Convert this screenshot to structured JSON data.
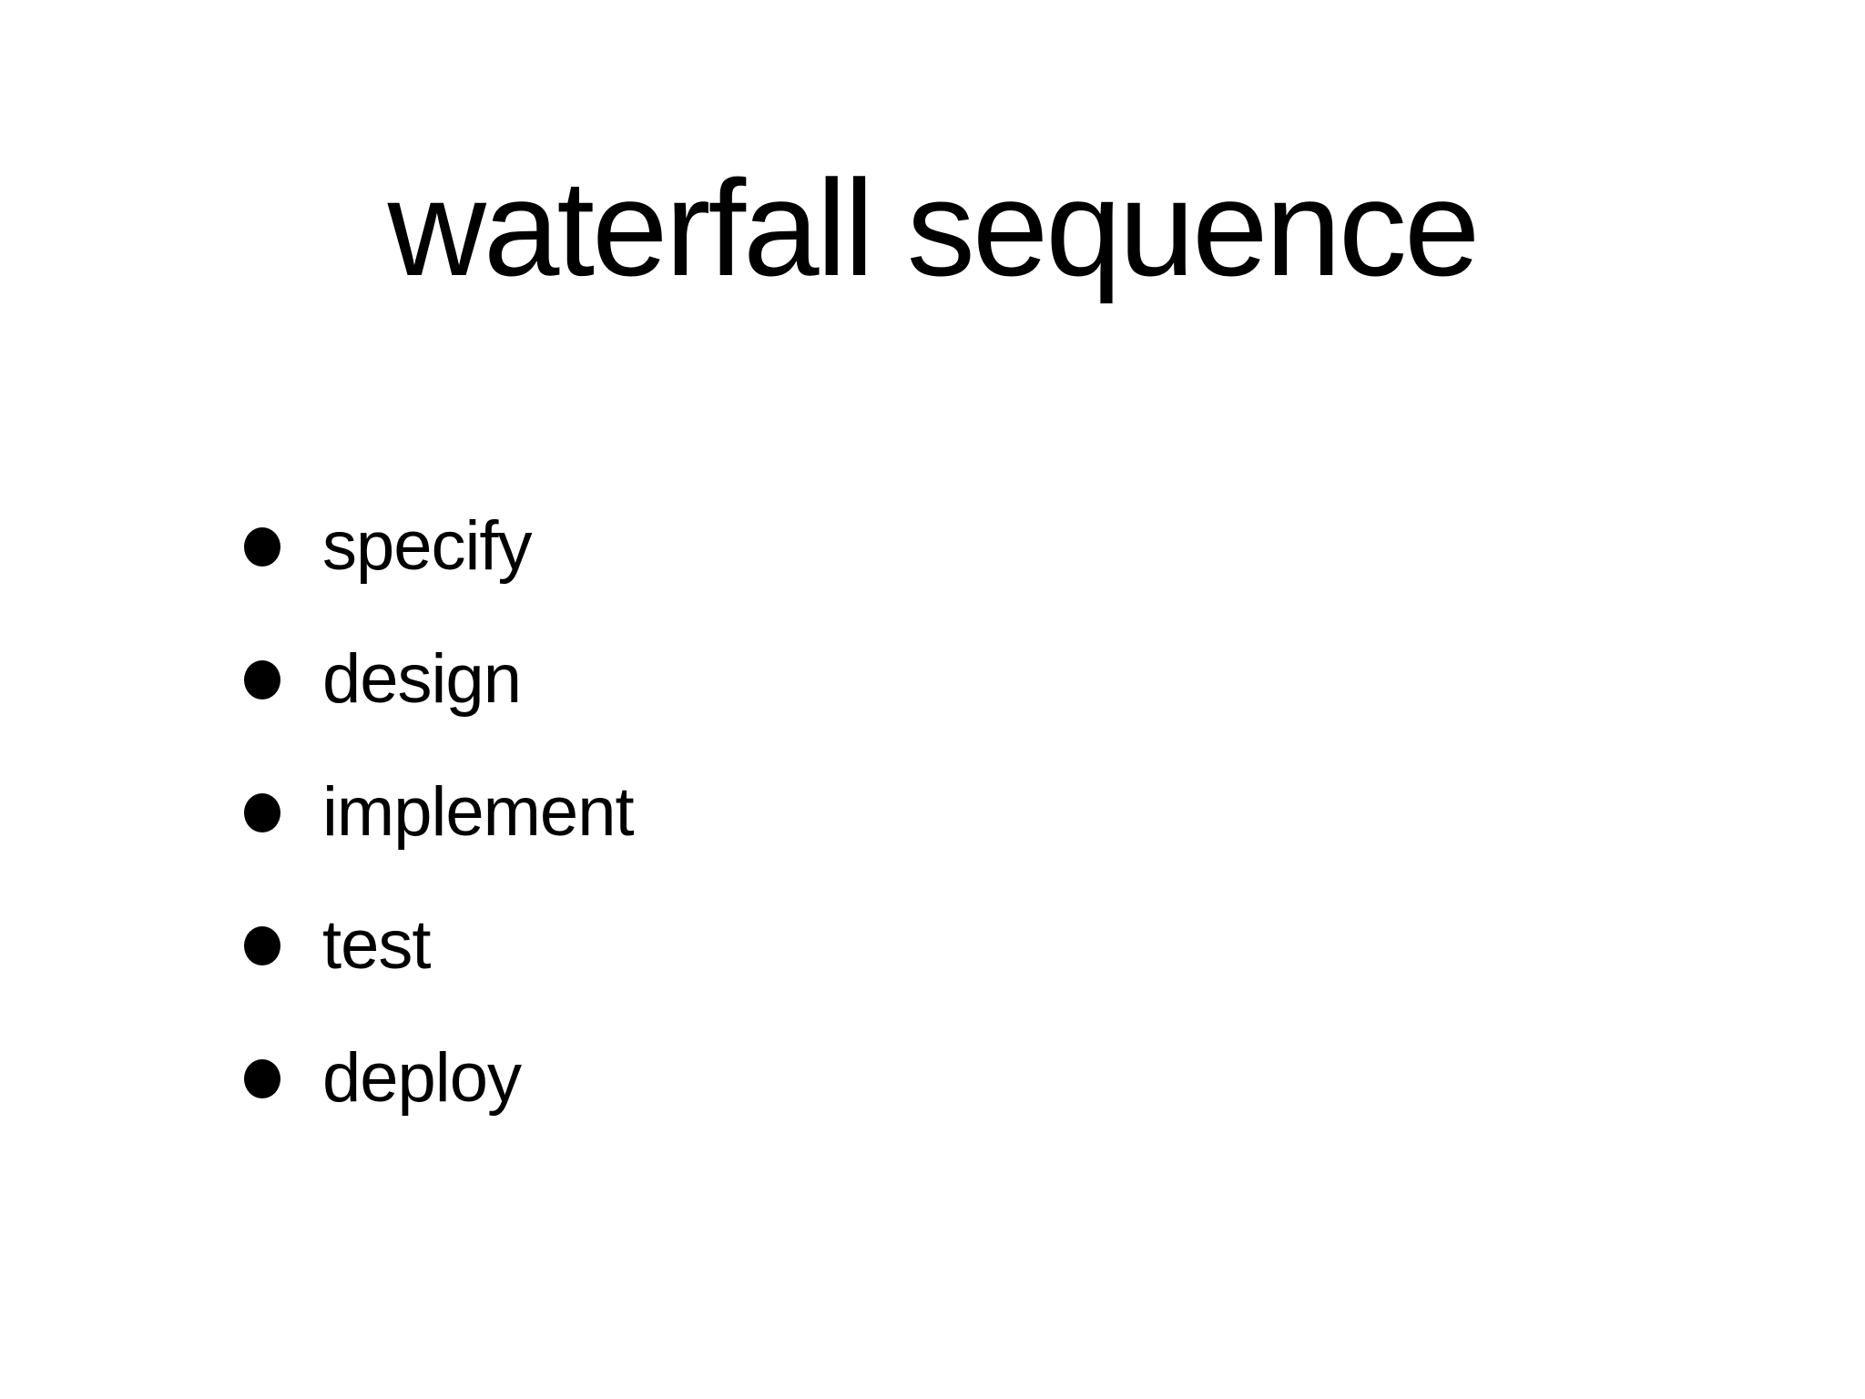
{
  "slide": {
    "title": "waterfall sequence",
    "bullets": [
      "specify",
      "design",
      "implement",
      "test",
      "deploy"
    ],
    "colors": {
      "background": "#ffffff",
      "text": "#000000",
      "bullet_marker": "#000000"
    }
  }
}
